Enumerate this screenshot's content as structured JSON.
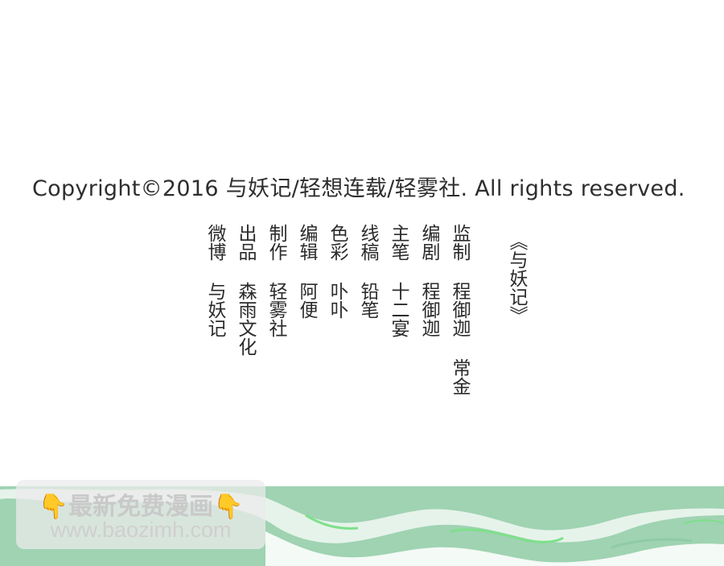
{
  "copyright": "Copyright©2016 与妖记/轻想连载/轻雾社.  All rights reserved.",
  "book_title": "《与妖记》",
  "credits": [
    {
      "role": "监制",
      "name": "程御迦 常金"
    },
    {
      "role": "编剧",
      "name": "程御迦"
    },
    {
      "role": "主笔",
      "name": "十二宴"
    },
    {
      "role": "线稿",
      "name": "铅笔"
    },
    {
      "role": "色彩",
      "name": "卟卟"
    },
    {
      "role": "编辑",
      "name": "阿便"
    },
    {
      "role": "制作",
      "name": "轻雾社"
    },
    {
      "role": "出品",
      "name": "森雨文化"
    },
    {
      "role": "微博",
      "name": "与妖记"
    }
  ],
  "watermark": {
    "emoji_left": "👇",
    "title": "最新免费漫画",
    "emoji_right": "👇",
    "url": "www.baozimh.com"
  },
  "colors": {
    "background": "#ffffff",
    "text": "#2b2b2b",
    "footer_green": "#8fcba6",
    "footer_light": "#d6ece0",
    "footer_bright": "#7ee08a"
  }
}
